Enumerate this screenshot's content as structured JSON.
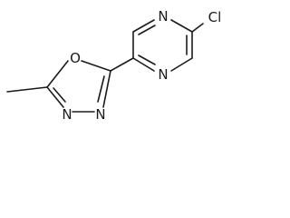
{
  "molecule": {
    "atoms": {
      "n_pyrazine_top": "N",
      "n_pyrazine_bottom": "N",
      "cl": "Cl",
      "o_oxadiazole": "O",
      "n_oxadiazole_left": "N",
      "n_oxadiazole_right": "N"
    }
  }
}
